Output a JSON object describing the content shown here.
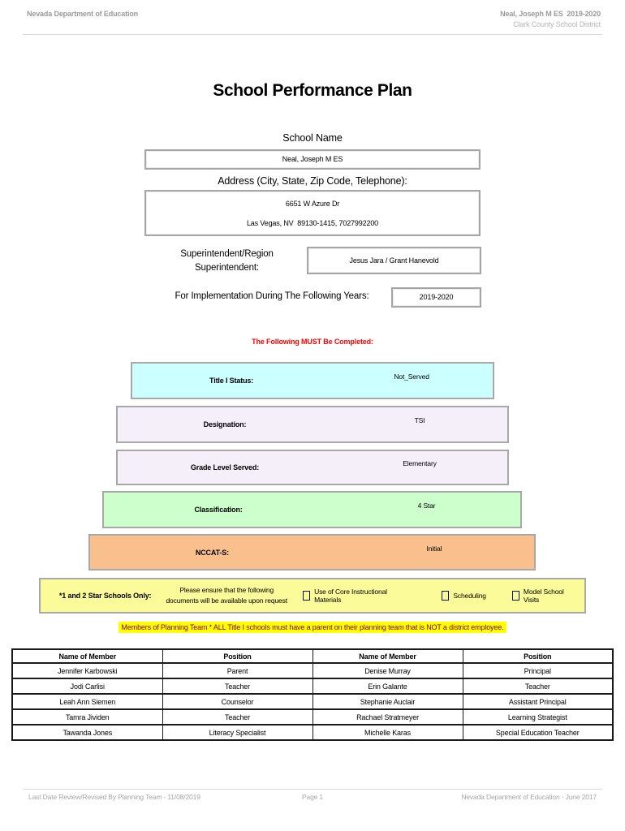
{
  "header": {
    "department": "Nevada Department of Education",
    "school_year": "Neal, Joseph M ES  2019-2020",
    "district": "Clark County School District"
  },
  "title": "School Performance Plan",
  "form": {
    "school_name_label": "School Name",
    "school_name_value": "Neal, Joseph M ES",
    "address_label": "Address (City, State, Zip Code, Telephone):",
    "address_line1": "6651 W Azure Dr",
    "address_line2": "Las Vegas, NV  89130-1415, 7027992200",
    "superintendent_label": "Superintendent/Region Superintendent:",
    "superintendent_value": "Jesus Jara / Grant Hanevold",
    "implementation_label": "For Implementation During The Following Years:",
    "implementation_value": "2019-2020"
  },
  "must_complete_notice": "The Following MUST Be Completed:",
  "status_rows": [
    {
      "label": "Title I Status:",
      "value": "Not_Served",
      "color": "#ccffff"
    },
    {
      "label": "Designation:",
      "value": "TSI",
      "color": "#f5effa"
    },
    {
      "label": "Grade Level Served:",
      "value": "Elementary",
      "color": "#f5effa"
    },
    {
      "label": "Classification:",
      "value": "4 Star",
      "color": "#ccffcc"
    },
    {
      "label": "NCCAT-S:",
      "value": "Initial",
      "color": "#f9c08d"
    }
  ],
  "star_schools": {
    "label": "*1 and 2 Star Schools Only:",
    "note_line1": "Please ensure that the following",
    "note_line2": "documents will be available upon request",
    "checkboxes": [
      "Use of Core Instructional Materials",
      "Scheduling",
      "Model School Visits"
    ]
  },
  "planning_team_notice": "Members of Planning Team * ALL Title I schools must have a parent on their planning team that is NOT a district employee.",
  "members_table": {
    "headers": [
      "Name of Member",
      "Position",
      "Name of Member",
      "Position"
    ],
    "rows": [
      [
        "Jennifer Karbowski",
        "Parent",
        "Denise Murray",
        "Principal"
      ],
      [
        "Jodi Carlisi",
        "Teacher",
        "Erin Galante",
        "Teacher"
      ],
      [
        "Leah Ann Siemen",
        "Counselor",
        "Stephanie Auclair",
        "Assistant Principal"
      ],
      [
        "Tamra Jividen",
        "Teacher",
        "Rachael Stratmeyer",
        "Learning Strategist"
      ],
      [
        "Tawanda Jones",
        "Literacy Specialist",
        "Michelle Karas",
        "Special Education Teacher"
      ]
    ]
  },
  "footer": {
    "left": "Last Date Review/Revised By Planning Team - 11/08/2019",
    "center": "Page 1",
    "right": "Nevada Department of Education - June 2017"
  },
  "colors": {
    "notice_red": "#ff0000",
    "highlight_yellow": "#ffff00",
    "highlight_text": "#8b0000",
    "star_box_yellow": "#fbfb99",
    "header_gray": "#9a9a9a"
  }
}
